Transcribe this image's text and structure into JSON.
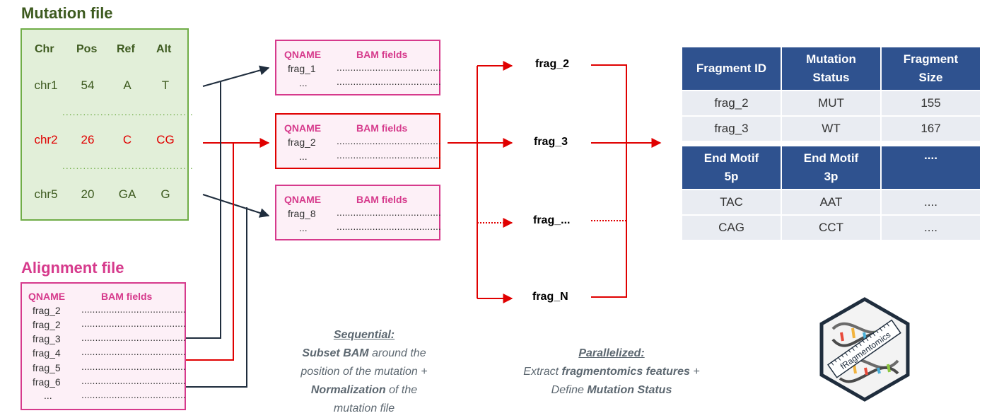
{
  "mutation_file": {
    "title": "Mutation file",
    "headers": [
      "Chr",
      "Pos",
      "Ref",
      "Alt"
    ],
    "rows": [
      {
        "chr": "chr1",
        "pos": "54",
        "ref": "A",
        "alt": "T"
      },
      {
        "chr": "chr2",
        "pos": "26",
        "ref": "C",
        "alt": "CG"
      },
      {
        "chr": "chr5",
        "pos": "20",
        "ref": "GA",
        "alt": "G"
      }
    ],
    "separator": "......................................"
  },
  "alignment_file": {
    "title": "Alignment file",
    "qname_header": "QNAME",
    "bam_header": "BAM fields",
    "qnames": [
      "frag_2",
      "frag_2",
      "frag_3",
      "frag_4",
      "frag_5",
      "frag_6",
      "..."
    ],
    "dots": "......................................"
  },
  "bam_subsets": [
    {
      "qname_header": "QNAME",
      "bam_header": "BAM fields",
      "qname": "frag_1",
      "more": "...",
      "dots": "......................................",
      "highlight": false
    },
    {
      "qname_header": "QNAME",
      "bam_header": "BAM fields",
      "qname": "frag_2",
      "more": "...",
      "dots": "......................................",
      "highlight": true
    },
    {
      "qname_header": "QNAME",
      "bam_header": "BAM fields",
      "qname": "frag_8",
      "more": "...",
      "dots": "......................................",
      "highlight": false
    }
  ],
  "fragments": [
    "frag_2",
    "frag_3",
    "frag_...",
    "frag_N"
  ],
  "captions": {
    "sequential": {
      "heading": "Sequential:",
      "line1_bold": "Subset BAM",
      "line1_rest": " around the",
      "line2": "position of the mutation +",
      "line3_bold": "Normalization",
      "line3_rest": " of the",
      "line4": "mutation file"
    },
    "parallelized": {
      "heading": "Parallelized:",
      "line1_pre": "Extract ",
      "line1_bold": "fragmentomics features",
      "line1_post": " +",
      "line2_pre": "Define ",
      "line2_bold": "Mutation Status"
    }
  },
  "features_table": {
    "headers1": [
      [
        "Fragment ID",
        ""
      ],
      [
        "Mutation",
        "Status"
      ],
      [
        "Fragment",
        "Size"
      ]
    ],
    "rows1": [
      [
        "frag_2",
        "MUT",
        "155"
      ],
      [
        "frag_3",
        "WT",
        "167"
      ]
    ],
    "headers2": [
      [
        "End Motif",
        "5p"
      ],
      [
        "End Motif",
        "3p"
      ],
      [
        "....",
        ""
      ]
    ],
    "rows2": [
      [
        "TAC",
        "AAT",
        "...."
      ],
      [
        "CAG",
        "CCT",
        "...."
      ]
    ]
  },
  "logo": {
    "text": "fRagmentomics"
  },
  "colors": {
    "mutation_green": "#70ad47",
    "mutation_fill": "#e2efd9",
    "alignment_pink": "#d63a8c",
    "highlight_red": "#e00000",
    "connector_navy": "#1f2d3d",
    "table_header": "#2f528f",
    "table_cell": "#e9ecf2"
  }
}
